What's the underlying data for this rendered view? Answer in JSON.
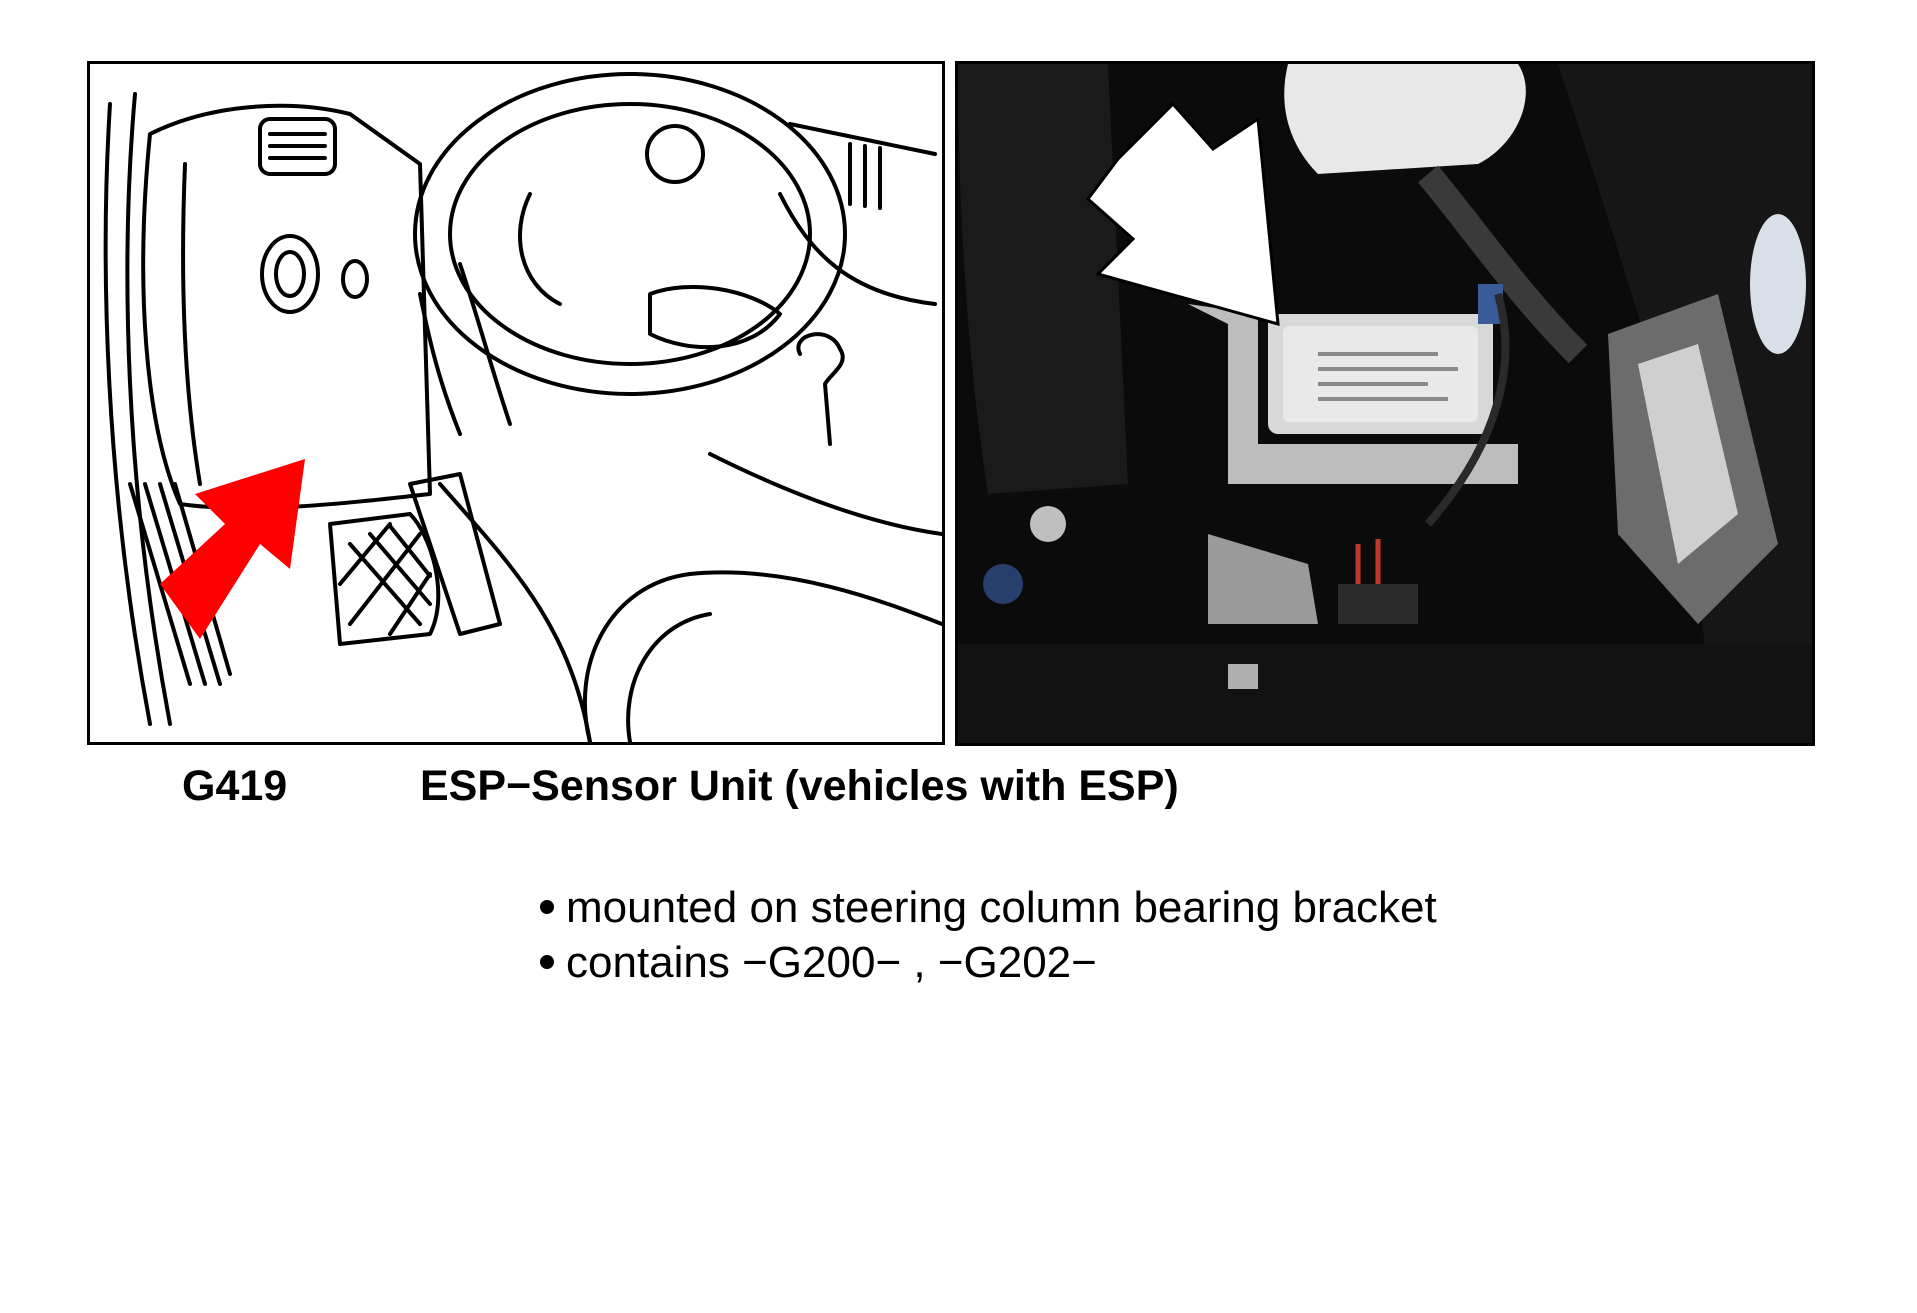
{
  "figure": {
    "code": "G419",
    "title": "ESP−Sensor Unit (vehicles with ESP)",
    "notes": [
      "mounted on steering column bearing bracket",
      "contains −G200− , −G202−"
    ]
  },
  "colors": {
    "drawing_arrow": "#ff0000",
    "photo_arrow": "#ffffff",
    "photo_background": "#0b0b0b"
  }
}
